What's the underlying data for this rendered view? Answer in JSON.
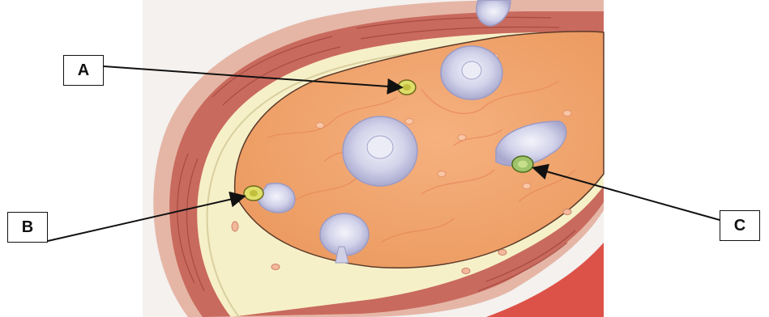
{
  "labels": {
    "a": "A",
    "b": "B",
    "c": "C"
  },
  "colors": {
    "arrow": "#111111",
    "vessel_wall": "#c96a5e",
    "inner_lining": "#f6f0c8",
    "tissue": "#f2a570",
    "cell_nucleus": "#c8c8e6",
    "marker": "#dede6a"
  }
}
